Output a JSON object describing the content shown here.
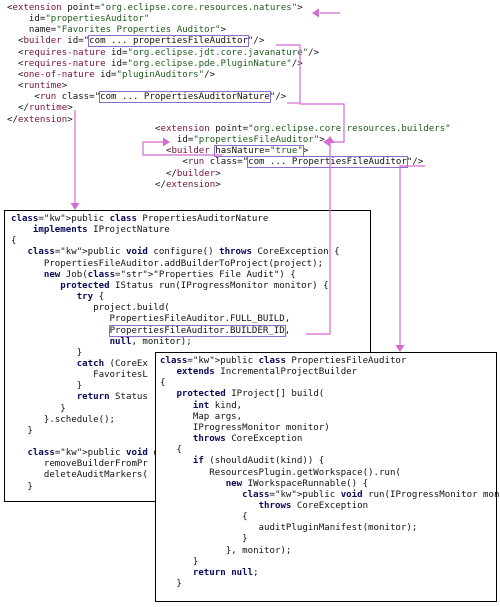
{
  "xml_natures": {
    "lines": [
      [
        "<extension point=\"org.eclipse.core.resources.natures\">"
      ],
      [
        "    id=\"propertiesAuditor\""
      ],
      [
        "    name=\"Favorites Properties Auditor\">"
      ],
      [
        "  <builder id=\"",
        "com ... propertiesFileAuditor",
        "\"/>"
      ],
      [
        "  <requires-nature id=\"org.eclipse.jdt.core.javanature\"/>"
      ],
      [
        "  <requires-nature id=\"org.eclipse.pde.PluginNature\"/>"
      ],
      [
        "  <one-of-nature id=\"pluginAuditors\"/>"
      ],
      [
        "  <runtime>"
      ],
      [
        "     <run class=\"",
        "com ... PropertiesAuditorNature",
        "\"/>"
      ],
      [
        "  </runtime>"
      ],
      [
        "</extension>"
      ]
    ]
  },
  "xml_builders": {
    "lines": [
      [
        "<extension point=\"org.eclipse.core.resources.builders\""
      ],
      [
        "    id=\"propertiesFileAuditor\">"
      ],
      [
        "  <builder ",
        "hasNature=\"true\"",
        ">"
      ],
      [
        "     <run class=\"",
        "com ... PropertiesFileAuditor",
        "\"/>"
      ],
      [
        "  </builder>"
      ],
      [
        "</extension>"
      ]
    ]
  },
  "nature_class": {
    "lines": [
      [
        "public class PropertiesAuditorNature"
      ],
      [
        "    implements IProjectNature"
      ],
      [
        "{"
      ],
      [
        "   public void configure() throws CoreException {"
      ],
      [
        "      PropertiesFileAuditor.addBuilderToProject(project);"
      ],
      [
        "      new Job(\"Properties File Audit\") {"
      ],
      [
        "         protected IStatus run(IProgressMonitor monitor) {"
      ],
      [
        "            try {"
      ],
      [
        "               project.build("
      ],
      [
        "                  PropertiesFileAuditor.FULL_BUILD,"
      ],
      [
        "                  ",
        "PropertiesFileAuditor.BUILDER_ID",
        ","
      ],
      [
        "                  null, monitor);"
      ],
      [
        "            }"
      ],
      [
        "            catch (CoreEx"
      ],
      [
        "               FavoritesL"
      ],
      [
        "            }"
      ],
      [
        "            return Status"
      ],
      [
        "         }"
      ],
      [
        "      }.schedule();"
      ],
      [
        "   }"
      ],
      [
        ""
      ],
      [
        "   public void deconfigur"
      ],
      [
        "      removeBuilderFromPr"
      ],
      [
        "      deleteAuditMarkers("
      ],
      [
        "   }"
      ]
    ]
  },
  "auditor_class": {
    "lines": [
      [
        "public class PropertiesFileAuditor"
      ],
      [
        "   extends IncrementalProjectBuilder"
      ],
      [
        "{"
      ],
      [
        "   protected IProject[] build("
      ],
      [
        "      int kind,"
      ],
      [
        "      Map args,"
      ],
      [
        "      IProgressMonitor monitor)"
      ],
      [
        "      throws CoreException"
      ],
      [
        "   {"
      ],
      [
        "      if (shouldAudit(kind)) {"
      ],
      [
        "         ResourcesPlugin.getWorkspace().run("
      ],
      [
        "            new IWorkspaceRunnable() {"
      ],
      [
        "               public void run(IProgressMonitor monitor)"
      ],
      [
        "                  throws CoreException"
      ],
      [
        "               {"
      ],
      [
        "                  auditPluginManifest(monitor);"
      ],
      [
        "               }"
      ],
      [
        "            }, monitor);"
      ],
      [
        "      }"
      ],
      [
        "      return null;"
      ],
      [
        "   }"
      ]
    ]
  },
  "colors": {
    "connector": "#d46ad4",
    "highlight": "#8b6bd0"
  }
}
